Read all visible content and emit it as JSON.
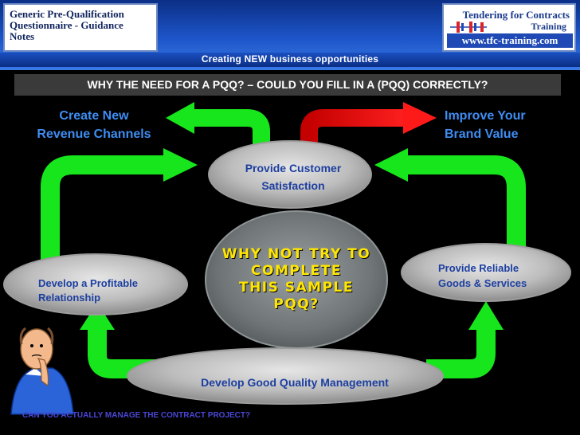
{
  "header": {
    "doc_title_lines": [
      "Generic Pre-Qualification",
      "Questionnaire - Guidance",
      "Notes"
    ],
    "tagline": "Creating NEW business opportunities",
    "logo": {
      "title_line_1": "Tendering for Contracts",
      "title_line_2": "Training",
      "url": "www.tfc-training.com"
    }
  },
  "question_bar": "WHY THE NEED FOR A PQQ? – COULD YOU FILL IN A (PQQ) CORRECTLY?",
  "diagram": {
    "top_left": [
      "Create New",
      "Revenue Channels"
    ],
    "top_right": [
      "Improve Your",
      "Brand Value"
    ],
    "top_node": [
      "Provide Customer",
      "Satisfaction"
    ],
    "center_node": [
      "WHY NOT TRY TO",
      "COMPLETE",
      "THIS SAMPLE",
      "PQQ?"
    ],
    "left_node": [
      "Develop a Profitable",
      "Relationship"
    ],
    "right_node": [
      "Provide Reliable",
      "Goods & Services"
    ],
    "bottom_node": "Develop Good Quality Management"
  },
  "footer_question": "CAN YOU ACTUALLY MANAGE THE CONTRACT PROJECT?",
  "colors": {
    "arrow_green": "#18e61c",
    "arrow_red": "#ff1a1a",
    "label_blue": "#3f8df2",
    "node_text": "#1d3fa0",
    "center_text": "#ffe600",
    "header_blue": "#1d55c8"
  }
}
